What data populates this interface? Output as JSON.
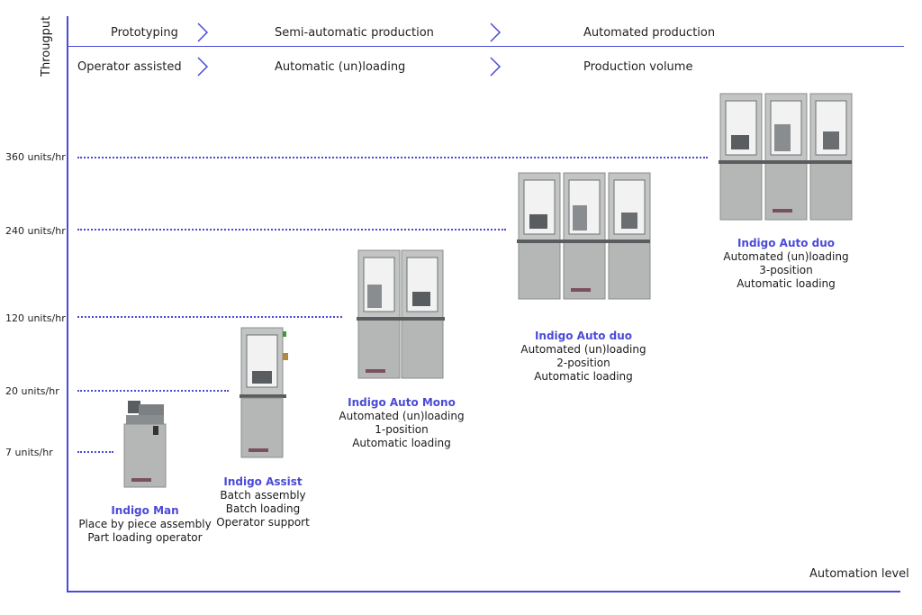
{
  "header": {
    "row1": [
      "Prototyping",
      "Semi-automatic production",
      "Automated production"
    ],
    "row2": [
      "Operator assisted",
      "Automatic (un)loading",
      "Production volume"
    ]
  },
  "axes": {
    "y_title": "Througput",
    "x_title": "Automation level",
    "ticks": [
      "360 units/hr",
      "240 units/hr",
      "120 units/hr",
      "20 units/hr",
      "7 units/hr"
    ]
  },
  "products": [
    {
      "title": "Indigo Man",
      "lines": [
        "Place by piece assembly",
        "Part loading operator"
      ]
    },
    {
      "title": "Indigo Assist",
      "lines": [
        "Batch assembly",
        "Batch loading",
        "Operator support"
      ]
    },
    {
      "title": "Indigo Auto Mono",
      "lines": [
        "Automated (un)loading",
        "1-position",
        "Automatic loading"
      ]
    },
    {
      "title": "Indigo Auto duo",
      "lines": [
        "Automated (un)loading",
        "2-position",
        "Automatic loading"
      ]
    },
    {
      "title": "Indigo Auto duo",
      "lines": [
        "Automated (un)loading",
        "3-position",
        "Automatic loading"
      ]
    }
  ],
  "colors": {
    "accent": "#4a4ad8",
    "machine_body": "#b5b7b6",
    "machine_dark": "#5a5d60"
  }
}
